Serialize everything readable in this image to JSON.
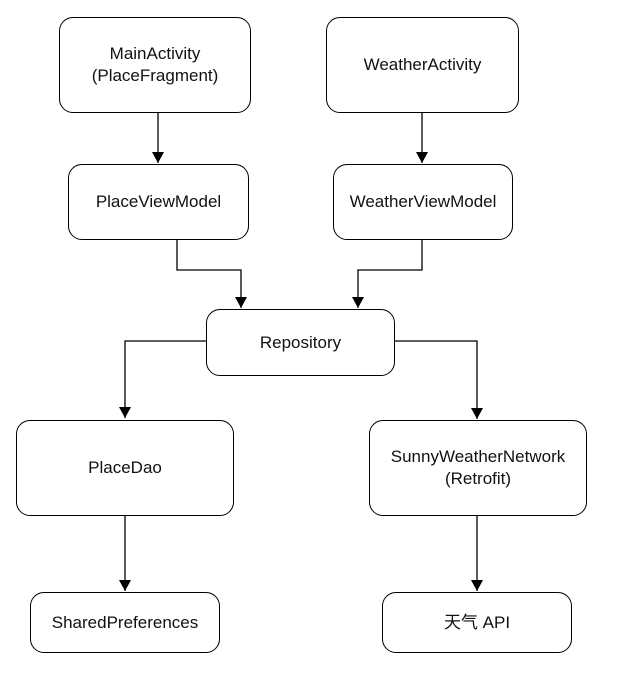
{
  "diagram": {
    "nodes": {
      "main_activity": {
        "line1": "MainActivity",
        "line2": "(PlaceFragment)"
      },
      "weather_activity": {
        "line1": "WeatherActivity"
      },
      "place_view_model": {
        "line1": "PlaceViewModel"
      },
      "weather_view_model": {
        "line1": "WeatherViewModel"
      },
      "repository": {
        "line1": "Repository"
      },
      "place_dao": {
        "line1": "PlaceDao"
      },
      "sunny_weather_network": {
        "line1": "SunnyWeatherNetwork",
        "line2": "(Retrofit)"
      },
      "shared_preferences": {
        "line1": "SharedPreferences"
      },
      "weather_api": {
        "line1": "天气 API"
      }
    },
    "edges": [
      {
        "from": "MainActivity",
        "to": "PlaceViewModel"
      },
      {
        "from": "WeatherActivity",
        "to": "WeatherViewModel"
      },
      {
        "from": "PlaceViewModel",
        "to": "Repository"
      },
      {
        "from": "WeatherViewModel",
        "to": "Repository"
      },
      {
        "from": "Repository",
        "to": "PlaceDao"
      },
      {
        "from": "Repository",
        "to": "SunnyWeatherNetwork"
      },
      {
        "from": "PlaceDao",
        "to": "SharedPreferences"
      },
      {
        "from": "SunnyWeatherNetwork",
        "to": "天气 API"
      }
    ],
    "colors": {
      "stroke": "#000000",
      "text": "#111111",
      "background": "#ffffff"
    }
  }
}
